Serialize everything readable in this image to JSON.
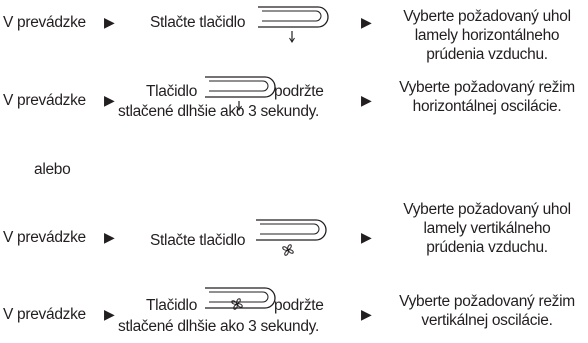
{
  "rows": [
    {
      "status": "V prevádzke",
      "arrow_in": "▶",
      "action_prefix": "Stlačte tlačidlo",
      "button_icon": "horizontal-louver-button-icon",
      "arrow_out": "▶",
      "result_line1": "Vyberte požadovaný uhol",
      "result_line2": "lamely horizontálneho",
      "result_line3": "prúdenia vzduchu."
    },
    {
      "status": "V prevádzke",
      "arrow_in": "▶",
      "action_prefix": "Tlačidlo",
      "action_suffix": "podržte",
      "action_line2": "stlačené dlhšie ako 3 sekundy.",
      "button_icon": "horizontal-louver-button-icon",
      "arrow_out": "▶",
      "result_line1": "Vyberte požadovaný režim",
      "result_line2": "horizontálnej oscilácie."
    },
    {
      "status": "V prevádzke",
      "arrow_in": "▶",
      "action_prefix": "Stlačte tlačidlo",
      "button_icon": "vertical-louver-fan-button-icon",
      "arrow_out": "▶",
      "result_line1": "Vyberte požadovaný uhol",
      "result_line2": "lamely vertikálneho",
      "result_line3": "prúdenia vzduchu."
    },
    {
      "status": "V prevádzke",
      "arrow_in": "▶",
      "action_prefix": "Tlačidlo",
      "action_suffix": "podržte",
      "action_line2": "stlačené dlhšie ako 3 sekundy.",
      "button_icon": "vertical-louver-fan-button-icon",
      "arrow_out": "▶",
      "result_line1": "Vyberte požadovaný režim",
      "result_line2": "vertikálnej oscilácie."
    }
  ],
  "separator": "alebo",
  "colors": {
    "text": "#231f20",
    "background": "#ffffff"
  }
}
